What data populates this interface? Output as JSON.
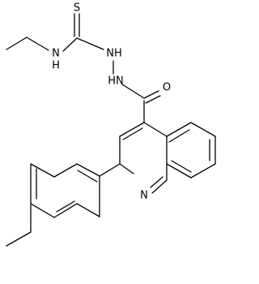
{
  "molecule": {
    "atoms": {
      "sulfur": "S",
      "amine_nh": "N",
      "amine_h": "H",
      "hydrazine_nh_upper": "NH",
      "hydrazine_nh_lower": "HN",
      "carbonyl_oxygen": "O",
      "quinoline_nitrogen": "N"
    }
  }
}
